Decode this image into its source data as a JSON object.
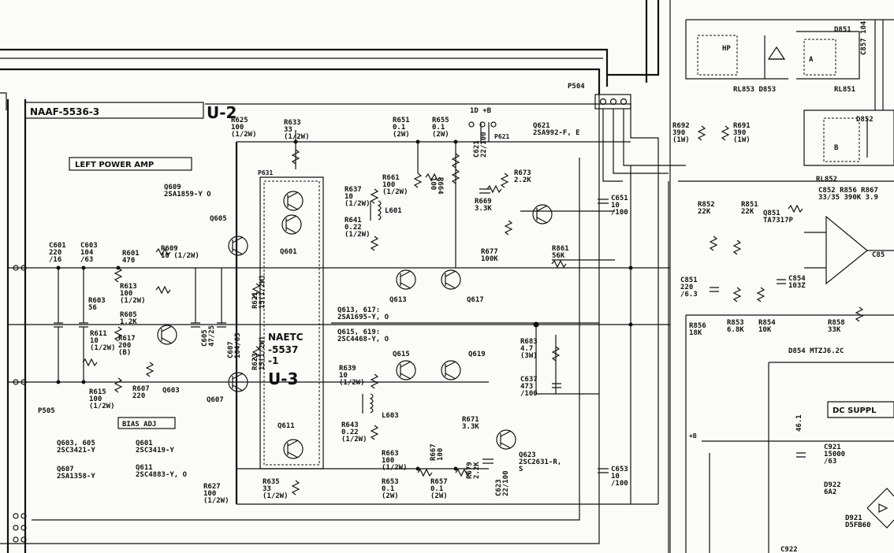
{
  "board": {
    "main_label": "NAAF-5536-3",
    "main_unit": "U-2",
    "sub_label_1": "NAETC",
    "sub_label_2": "-5537",
    "sub_label_3": "-1",
    "sub_unit": "U-3",
    "section_title": "LEFT POWER AMP",
    "bias_adj": "BIAS ADJ",
    "dc_supply": "DC SUPPL",
    "connector_p504": "P504",
    "connector_p505": "P505",
    "plus_b": "1D +B",
    "p621": "P621",
    "p631": "P631",
    "plus_b2": "+B"
  },
  "components": [
    {
      "id": "r625",
      "lines": [
        "R625",
        "100",
        "(1/2W)"
      ]
    },
    {
      "id": "r633",
      "lines": [
        "R633",
        "33",
        "(1/2W)"
      ]
    },
    {
      "id": "r651",
      "lines": [
        "R651",
        "0.1",
        "(2W)"
      ]
    },
    {
      "id": "r655",
      "lines": [
        "R655",
        "0.1",
        "(2W)"
      ]
    },
    {
      "id": "q621",
      "lines": [
        "Q621",
        "2SA992-F, E"
      ]
    },
    {
      "id": "q609",
      "lines": [
        "Q609",
        "2SA1859-Y O"
      ]
    },
    {
      "id": "r637",
      "lines": [
        "R637",
        "10",
        "(1/2W)"
      ]
    },
    {
      "id": "r661",
      "lines": [
        "R661",
        "100",
        "(1/2W)"
      ]
    },
    {
      "id": "r664",
      "lines": [
        "R664",
        "100"
      ]
    },
    {
      "id": "c621",
      "lines": [
        "C621",
        "22/100"
      ]
    },
    {
      "id": "r673",
      "lines": [
        "R673",
        "2.2K"
      ]
    },
    {
      "id": "c651",
      "lines": [
        "C651",
        "10",
        "/100"
      ]
    },
    {
      "id": "r692",
      "lines": [
        "R692",
        "390",
        "(1W)"
      ]
    },
    {
      "id": "r691",
      "lines": [
        "R691",
        "390",
        "(1W)"
      ]
    },
    {
      "id": "r669",
      "lines": [
        "R669",
        "3.3K"
      ]
    },
    {
      "id": "r641",
      "lines": [
        "R641",
        "0.22",
        "(1/2W)"
      ]
    },
    {
      "id": "l601",
      "lines": [
        "L601"
      ]
    },
    {
      "id": "r677",
      "lines": [
        "R677",
        "100K"
      ]
    },
    {
      "id": "r861",
      "lines": [
        "R861",
        "56K"
      ]
    },
    {
      "id": "c601",
      "lines": [
        "C601",
        "220",
        "/16"
      ]
    },
    {
      "id": "c603",
      "lines": [
        "C603",
        "104",
        "/63"
      ]
    },
    {
      "id": "r601",
      "lines": [
        "R601",
        "470"
      ]
    },
    {
      "id": "r609",
      "lines": [
        "R609",
        "10 (1/2W)"
      ]
    },
    {
      "id": "q605",
      "lines": [
        "Q605"
      ]
    },
    {
      "id": "q601",
      "lines": [
        "Q601"
      ]
    },
    {
      "id": "q613",
      "lines": [
        "Q613"
      ]
    },
    {
      "id": "q617",
      "lines": [
        "Q617"
      ]
    },
    {
      "id": "r613",
      "lines": [
        "R613",
        "100",
        "(1/2W)"
      ]
    },
    {
      "id": "r603",
      "lines": [
        "R603",
        "56"
      ]
    },
    {
      "id": "r605",
      "lines": [
        "R605",
        "1.2K"
      ]
    },
    {
      "id": "r611",
      "lines": [
        "R611",
        "10",
        "(1/2W)"
      ]
    },
    {
      "id": "r617",
      "lines": [
        "R617",
        "200",
        "(B)"
      ]
    },
    {
      "id": "c605",
      "lines": [
        "C605",
        "47/25"
      ]
    },
    {
      "id": "c607",
      "lines": [
        "C607",
        "104/63"
      ]
    },
    {
      "id": "r621",
      "lines": [
        "R621",
        "15(1/2W)"
      ]
    },
    {
      "id": "r623",
      "lines": [
        "R623",
        "15(1/2W)"
      ]
    },
    {
      "id": "q613_617",
      "lines": [
        "Q613, 617:",
        "2SA1695-Y, O"
      ]
    },
    {
      "id": "q615_619",
      "lines": [
        "Q615, 619:",
        "2SC4468-Y, O"
      ]
    },
    {
      "id": "q615",
      "lines": [
        "Q615"
      ]
    },
    {
      "id": "q619",
      "lines": [
        "Q619"
      ]
    },
    {
      "id": "r639",
      "lines": [
        "R639",
        "10",
        "(1/2W)"
      ]
    },
    {
      "id": "r683",
      "lines": [
        "R683",
        "4.7",
        "(3W)"
      ]
    },
    {
      "id": "c637",
      "lines": [
        "C637",
        "473",
        "/100"
      ]
    },
    {
      "id": "r615",
      "lines": [
        "R615",
        "100",
        "(1/2W)"
      ]
    },
    {
      "id": "r607",
      "lines": [
        "R607",
        "220"
      ]
    },
    {
      "id": "q603",
      "lines": [
        "Q603"
      ]
    },
    {
      "id": "q607",
      "lines": [
        "Q607"
      ]
    },
    {
      "id": "l603",
      "lines": [
        "L603"
      ]
    },
    {
      "id": "r643",
      "lines": [
        "R643",
        "0.22",
        "(1/2W)"
      ]
    },
    {
      "id": "r671",
      "lines": [
        "R671",
        "3.3K"
      ]
    },
    {
      "id": "q623",
      "lines": [
        "Q623",
        "2SC2631-R,",
        "S"
      ]
    },
    {
      "id": "q611",
      "lines": [
        "Q611"
      ]
    },
    {
      "id": "r663",
      "lines": [
        "R663",
        "100",
        "(1/2W)"
      ]
    },
    {
      "id": "r667",
      "lines": [
        "R667",
        "100"
      ]
    },
    {
      "id": "r679",
      "lines": [
        "R679",
        "2.2K"
      ]
    },
    {
      "id": "c623",
      "lines": [
        "C623",
        "22/100"
      ]
    },
    {
      "id": "c653",
      "lines": [
        "C653",
        "10",
        "/100"
      ]
    },
    {
      "id": "r653",
      "lines": [
        "R653",
        "0.1",
        "(2W)"
      ]
    },
    {
      "id": "r657",
      "lines": [
        "R657",
        "0.1",
        "(2W)"
      ]
    },
    {
      "id": "r635",
      "lines": [
        "R635",
        "33",
        "(1/2W)"
      ]
    },
    {
      "id": "r627",
      "lines": [
        "R627",
        "100",
        "(1/2W)"
      ]
    },
    {
      "id": "q603_605",
      "lines": [
        "Q603, 605",
        "2SC3421-Y"
      ]
    },
    {
      "id": "q601b",
      "lines": [
        "Q601",
        "2SC3419-Y"
      ]
    },
    {
      "id": "q607b",
      "lines": [
        "Q607",
        "2SA1358-Y"
      ]
    },
    {
      "id": "q611b",
      "lines": [
        "Q611",
        "2SC4883-Y, O"
      ]
    },
    {
      "id": "c852",
      "lines": [
        "C852 R856 R867",
        "33/35 390K 3.9"
      ]
    },
    {
      "id": "r852",
      "lines": [
        "R852",
        "22K"
      ]
    },
    {
      "id": "r851",
      "lines": [
        "R851",
        "22K"
      ]
    },
    {
      "id": "q851",
      "lines": [
        "Q851",
        "TA7317P"
      ]
    },
    {
      "id": "c851",
      "lines": [
        "C851",
        "220",
        "/6.3"
      ]
    },
    {
      "id": "c854",
      "lines": [
        "C854",
        "103Z"
      ]
    },
    {
      "id": "r856",
      "lines": [
        "R856",
        "18K"
      ]
    },
    {
      "id": "r853",
      "lines": [
        "R853",
        "6.8K"
      ]
    },
    {
      "id": "r854",
      "lines": [
        "R854",
        "10K"
      ]
    },
    {
      "id": "r858",
      "lines": [
        "R858",
        "33K"
      ]
    },
    {
      "id": "d854",
      "lines": [
        "D854 MTZJ6.2C"
      ]
    },
    {
      "id": "c921",
      "lines": [
        "C921",
        "15000",
        "/63"
      ]
    },
    {
      "id": "d922",
      "lines": [
        "D922",
        "6A2"
      ]
    },
    {
      "id": "d921",
      "lines": [
        "D921",
        "D5FB60"
      ]
    },
    {
      "id": "c922",
      "lines": [
        "C922"
      ]
    },
    {
      "id": "rl853",
      "lines": [
        "RL853 D853"
      ]
    },
    {
      "id": "rl851",
      "lines": [
        "RL851"
      ]
    },
    {
      "id": "rl852",
      "lines": [
        "RL852"
      ]
    },
    {
      "id": "hp",
      "lines": [
        "HP"
      ]
    },
    {
      "id": "relay_a",
      "lines": [
        "A"
      ]
    },
    {
      "id": "relay_b",
      "lines": [
        "B"
      ]
    },
    {
      "id": "d851",
      "lines": [
        "D851"
      ]
    },
    {
      "id": "c857",
      "lines": [
        "C857 104"
      ]
    },
    {
      "id": "d852",
      "lines": [
        "D852"
      ]
    },
    {
      "id": "c85x",
      "lines": [
        "C85"
      ]
    },
    {
      "id": "v461",
      "lines": [
        "46.1"
      ]
    }
  ]
}
